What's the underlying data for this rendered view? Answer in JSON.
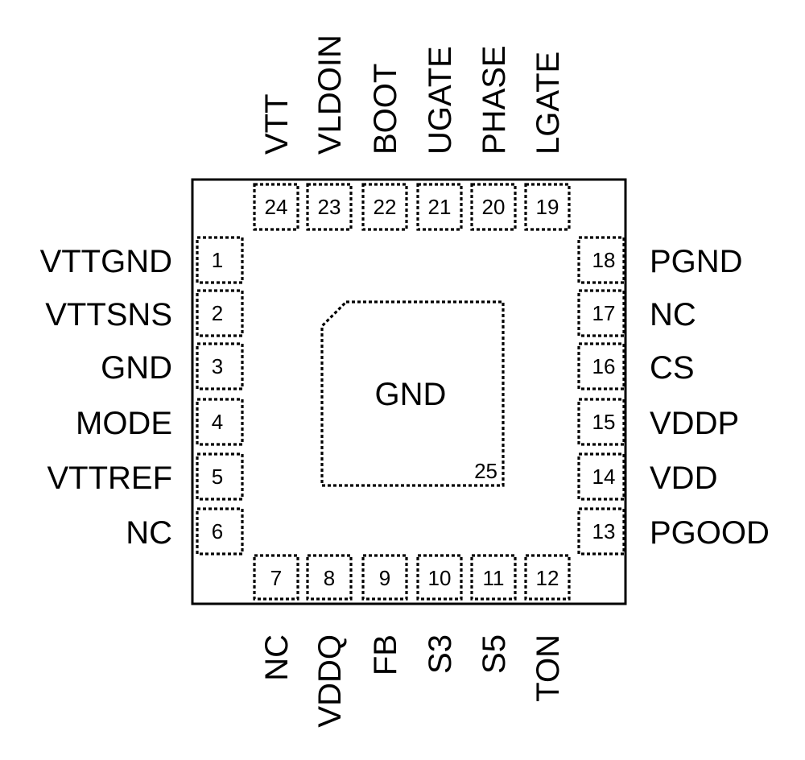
{
  "package": {
    "exposed_pad": {
      "label": "GND",
      "pin": "25"
    },
    "pins": {
      "left": [
        {
          "num": "1",
          "name": "VTTGND"
        },
        {
          "num": "2",
          "name": "VTTSNS"
        },
        {
          "num": "3",
          "name": "GND"
        },
        {
          "num": "4",
          "name": "MODE"
        },
        {
          "num": "5",
          "name": "VTTREF"
        },
        {
          "num": "6",
          "name": "NC"
        }
      ],
      "bottom": [
        {
          "num": "7",
          "name": "NC"
        },
        {
          "num": "8",
          "name": "VDDQ"
        },
        {
          "num": "9",
          "name": "FB"
        },
        {
          "num": "10",
          "name": "S3"
        },
        {
          "num": "11",
          "name": "S5"
        },
        {
          "num": "12",
          "name": "TON"
        }
      ],
      "right": [
        {
          "num": "13",
          "name": "PGOOD"
        },
        {
          "num": "14",
          "name": "VDD"
        },
        {
          "num": "15",
          "name": "VDDP"
        },
        {
          "num": "16",
          "name": "CS"
        },
        {
          "num": "17",
          "name": "NC"
        },
        {
          "num": "18",
          "name": "PGND"
        }
      ],
      "top": [
        {
          "num": "19",
          "name": "LGATE"
        },
        {
          "num": "20",
          "name": "PHASE"
        },
        {
          "num": "21",
          "name": "UGATE"
        },
        {
          "num": "22",
          "name": "BOOT"
        },
        {
          "num": "23",
          "name": "VLDOIN"
        },
        {
          "num": "24",
          "name": "VTT"
        }
      ]
    }
  }
}
